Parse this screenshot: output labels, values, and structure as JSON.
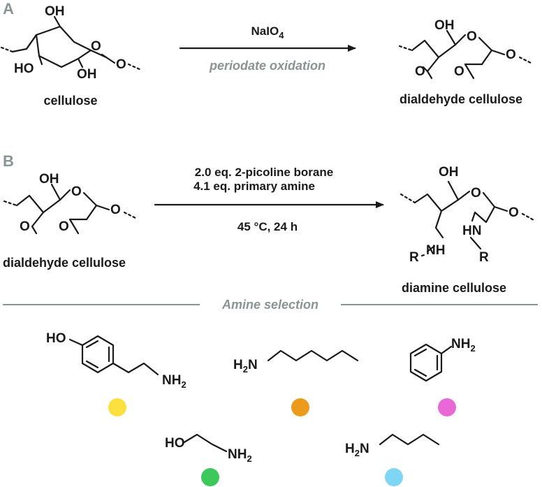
{
  "panels": {
    "a": "A",
    "b": "B"
  },
  "scheme_a": {
    "reagent": "NaIO",
    "reagent_sub": "4",
    "condition": "periodate oxidation",
    "start_label": "cellulose",
    "product_label": "dialdehyde cellulose"
  },
  "scheme_b": {
    "reagent_line1": "2.0 eq. 2-picoline borane",
    "reagent_line2": "4.1 eq. primary amine",
    "condition": "45 °C, 24 h",
    "start_label": "dialdehyde cellulose",
    "product_label": "diamine cellulose"
  },
  "atoms": {
    "oh": "OH",
    "ho": "HO",
    "o": "O",
    "nh": "NH",
    "hn": "HN",
    "r": "R",
    "h": "H",
    "n": "N",
    "nh_prefix": "NH",
    "sub2": "2"
  },
  "amine_section": {
    "title": "Amine selection",
    "markers": [
      {
        "name": "tyramine",
        "color": "#fbe040"
      },
      {
        "name": "hexylamine",
        "color": "#ec9a1c"
      },
      {
        "name": "aniline",
        "color": "#e868d6"
      },
      {
        "name": "ethanolamine",
        "color": "#3cc85a"
      },
      {
        "name": "butylamine",
        "color": "#7fd6f4"
      }
    ]
  }
}
